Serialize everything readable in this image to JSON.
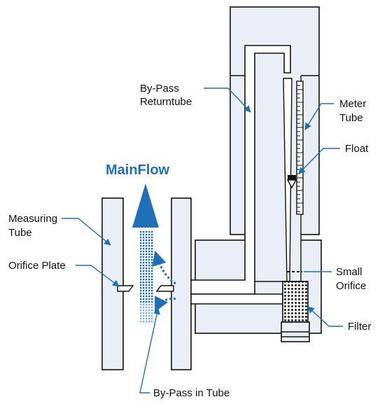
{
  "diagram": {
    "title": "MainFlow",
    "labels": {
      "bypass_returntube": [
        "By-Pass",
        "Returntube"
      ],
      "meter_tube": [
        "Meter",
        "Tube"
      ],
      "float": "Float",
      "measuring_tube": [
        "Measuring",
        "Tube"
      ],
      "orifice_plate": "Orifice Plate",
      "small_orifice": [
        "Small",
        "Orifice"
      ],
      "filter": "Filter",
      "bypass_in_tube": "By-Pass in Tube"
    },
    "colors": {
      "fill": "#eaeef7",
      "outline": "#111111",
      "accent": "#1f70b8",
      "accent_light": "#7fb2e0"
    }
  }
}
